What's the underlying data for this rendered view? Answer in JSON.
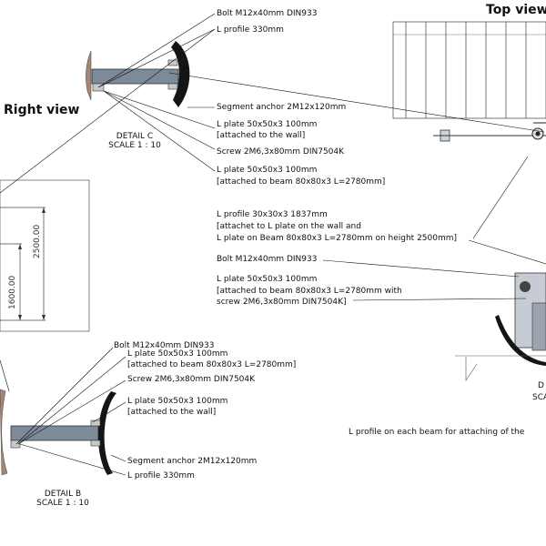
{
  "views": {
    "top": "Top view",
    "right": "Right view"
  },
  "detail_c": {
    "title": "DETAIL C",
    "scale": "SCALE 1 : 10",
    "labels": {
      "bolt": "Bolt M12x40mm DIN933",
      "l_profile": "L profile 330mm",
      "segment_anchor": "Segment anchor 2M12x120mm",
      "l_plate_wall_1": "L plate 50x50x3 100mm",
      "l_plate_wall_2": "[attached to the wall]",
      "screw": "Screw 2M6,3x80mm DIN7504K",
      "l_plate_beam_1": "L plate 50x50x3 100mm",
      "l_plate_beam_2": "[attached to beam 80x80x3 L=2780mm]"
    }
  },
  "top_view_notes": {
    "l_profile_long_1": "L profile 30x30x3 1837mm",
    "l_profile_long_2": "[attachet to L plate on the wall and",
    "l_profile_long_3": "L plate on Beam 80x80x3 L=2780mm on height 2500mm]",
    "bolt": "Bolt M12x40mm DIN933",
    "l_plate_1": "L plate 50x50x3 100mm",
    "l_plate_2": "[attached to beam 80x80x3 L=2780mm with",
    "l_plate_3": "screw 2M6,3x80mm DIN7504K]",
    "detail_fragment_1": "D",
    "detail_fragment_2": "SCA",
    "bottom_note": "L profile on each beam for attaching of the"
  },
  "right_view": {
    "dim_2500": "2500.00",
    "dim_1600": "1600.00"
  },
  "detail_b": {
    "title": "DETAIL B",
    "scale": "SCALE 1 : 10",
    "labels": {
      "bolt": "Bolt M12x40mm DIN933",
      "l_plate_beam_1": "L plate 50x50x3 100mm",
      "l_plate_beam_2": "[attached to beam 80x80x3 L=2780mm]",
      "screw": "Screw 2M6,3x80mm DIN7504K",
      "l_plate_wall_1": "L plate 50x50x3 100mm",
      "l_plate_wall_2": "[attached to the wall]",
      "segment_anchor": "Segment anchor 2M12x120mm",
      "l_profile": "L profile 330mm"
    }
  },
  "colors": {
    "wall": "#a58672",
    "profile": "#7d8a9a",
    "plate": "#151515",
    "line": "#111111"
  }
}
